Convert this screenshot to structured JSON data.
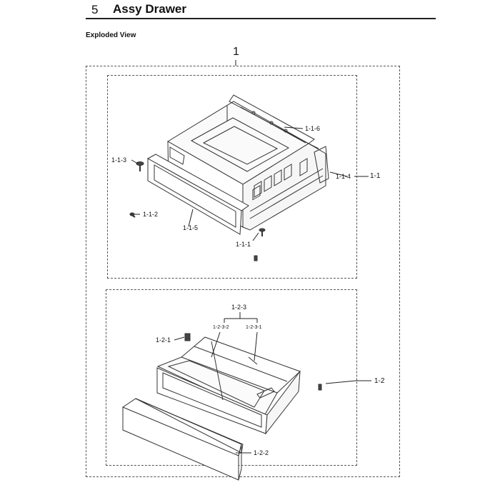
{
  "header": {
    "section_number": "5",
    "section_title": "Assy Drawer"
  },
  "subtitle": "Exploded View",
  "labels": {
    "top": "1",
    "l_1_1": "1-1",
    "l_1_1_1": "1-1-1",
    "l_1_1_2": "1-1-2",
    "l_1_1_3": "1-1-3",
    "l_1_1_4": "1-1-4",
    "l_1_1_5": "1-1-5",
    "l_1_1_6": "1-1-6",
    "l_1_2": "1-2",
    "l_1_2_1": "1-2-1",
    "l_1_2_2": "1-2-2",
    "l_1_2_3": "1-2-3",
    "l_1_2_3_1": "1-2-3-1",
    "l_1_2_3_2": "1-2-3-2"
  }
}
